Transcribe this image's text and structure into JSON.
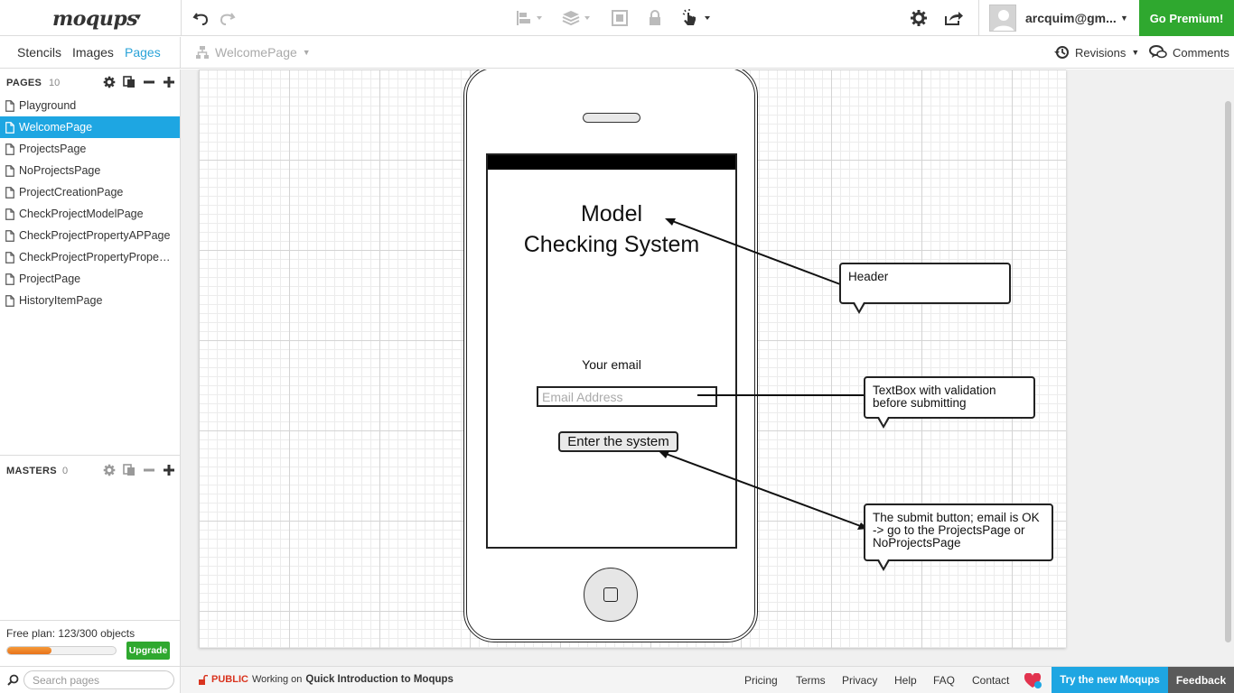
{
  "app": {
    "logo": "moqups",
    "user_name": "arcquim@gm...",
    "premium_label": "Go Premium!"
  },
  "left_tabs": [
    "Stencils",
    "Images",
    "Pages"
  ],
  "subbar": {
    "current_page": "WelcomePage",
    "revisions_label": "Revisions",
    "comments_label": "Comments"
  },
  "pages": {
    "title": "PAGES",
    "count": "10",
    "items": [
      {
        "label": "Playground"
      },
      {
        "label": "WelcomePage"
      },
      {
        "label": "ProjectsPage"
      },
      {
        "label": "NoProjectsPage"
      },
      {
        "label": "ProjectCreationPage"
      },
      {
        "label": "CheckProjectModelPage"
      },
      {
        "label": "CheckProjectPropertyAPPage"
      },
      {
        "label": "CheckProjectPropertyProper…"
      },
      {
        "label": "ProjectPage"
      },
      {
        "label": "HistoryItemPage"
      }
    ],
    "selected_index": 1
  },
  "masters": {
    "title": "MASTERS",
    "count": "0"
  },
  "plan": {
    "text": "Free plan: 123/300 objects",
    "used_fraction": 0.41,
    "upgrade_label": "Upgrade"
  },
  "bottom": {
    "search_placeholder": "Search pages",
    "public_label": "PUBLIC",
    "working_on": "Working on",
    "project_name": "Quick Introduction to Moqups",
    "links": [
      "Pricing",
      "Terms",
      "Privacy",
      "Help",
      "FAQ",
      "Contact"
    ],
    "try_new": "Try the new Moqups",
    "feedback": "Feedback"
  },
  "mockup": {
    "title_line1": "Model",
    "title_line2": "Checking System",
    "email_label": "Your email",
    "email_placeholder": "Email Address",
    "button_label": "Enter the system"
  },
  "callouts": {
    "header": "Header",
    "textbox": "TextBox with validation before submitting",
    "submit": "The submit button; email is OK -> go to the ProjectsPage or NoProjectsPage"
  },
  "colors": {
    "accent_blue": "#1ea6e2",
    "premium_green": "#2fa82f",
    "public_red": "#d9341f",
    "progress_orange": "#f08a2a"
  },
  "icons": [
    "undo-icon",
    "redo-icon",
    "align-icon",
    "layers-icon",
    "frame-icon",
    "lock-icon",
    "interaction-icon",
    "gear-icon",
    "share-icon",
    "history-icon",
    "comment-icon",
    "page-icon",
    "copy-icon",
    "minus-icon",
    "plus-icon",
    "search-icon",
    "heart-icon",
    "sitemap-icon"
  ]
}
